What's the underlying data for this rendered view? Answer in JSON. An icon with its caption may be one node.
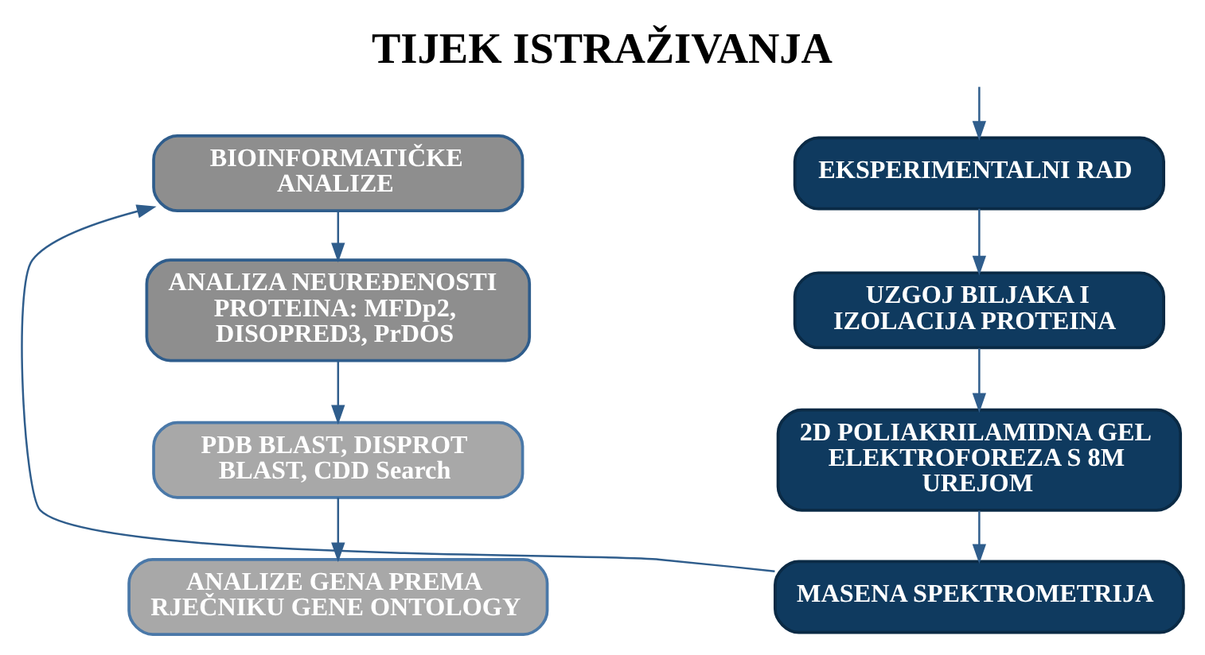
{
  "diagram": {
    "title": "TIJEK ISTRAŽIVANJA",
    "nodes": [
      {
        "text": [
          "EKSPERIMENTALNI RAD"
        ]
      },
      {
        "text": [
          "UZGOJ BILJAKA I IZOLACIJA PROTEINA"
        ]
      },
      {
        "text": [
          "2D POLIAKRILAMIDNA GEL ELEKTROFOREZA S 8M UREJOM"
        ]
      },
      {
        "text": [
          "MASENA SPEKTROMETRIJA"
        ]
      },
      {
        "text": [
          "BIOINFORMATIČKE ANALIZE"
        ]
      },
      {
        "text": [
          "ANALIZA NEUREĐENOSTI PROTEINA: MFDp2, DISOPRED3, PrDOS"
        ]
      },
      {
        "text": [
          "PDB BLAST, DISPROT BLAST, CDD Search"
        ]
      },
      {
        "text": [
          "ANALIZE GENA PREMA RJEČNIKU GENE ONTOLOGY"
        ]
      }
    ],
    "edges": [
      {
        "from": null,
        "to": 0,
        "arrow": "to"
      },
      {
        "from": 0,
        "to": 1,
        "arrow": "to"
      },
      {
        "from": 1,
        "to": 2,
        "arrow": "to"
      },
      {
        "from": 2,
        "to": 3,
        "arrow": "to"
      },
      {
        "from": 3,
        "to": 4,
        "arrow": "to"
      },
      {
        "from": 4,
        "to": 5,
        "arrow": "to"
      },
      {
        "from": 5,
        "to": 6,
        "arrow": "to"
      },
      {
        "from": 6,
        "to": 7,
        "arrow": "to"
      }
    ]
  }
}
